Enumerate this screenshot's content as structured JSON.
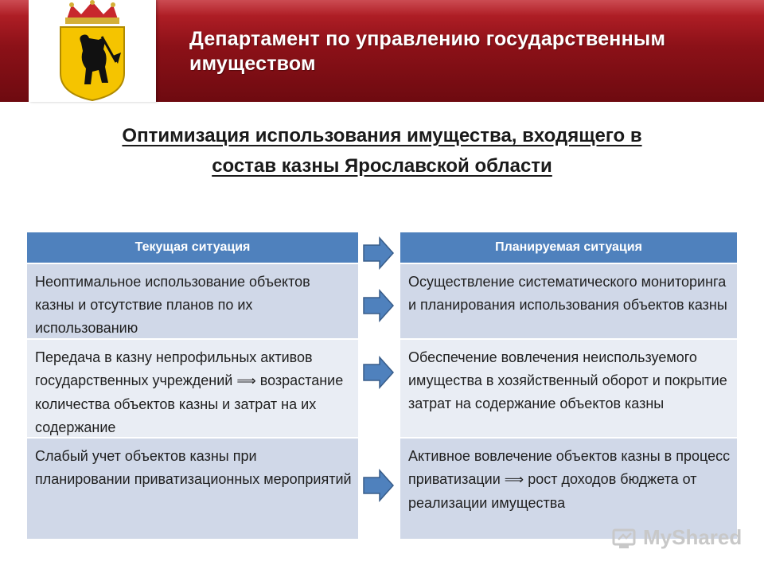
{
  "header": {
    "title_line1": "Департамент по управлению государственным",
    "title_line2": "имуществом"
  },
  "slide": {
    "title_line1": "Оптимизация использования имущества, входящего в",
    "title_line2": "состав казны Ярославской области"
  },
  "table": {
    "left_header": "Текущая ситуация",
    "right_header": "Планируемая ситуация",
    "left_rows": [
      "Неоптимальное использование объектов казны и отсутствие планов по их использованию",
      "Передача в казну непрофильных активов государственных учреждений",
      "Слабый учет объектов казны при планировании приватизационных мероприятий"
    ],
    "left_row2_after_arrow": "возрастание количества объектов казны и затрат на их содержание",
    "right_rows": [
      "Осуществление систематического мониторинга и планирования использования объектов казны",
      "Обеспечение вовлечения неиспользуемого имущества в хозяйственный оборот и покрытие затрат на содержание объектов казны",
      "Активное вовлечение объектов казны в процесс приватизации"
    ],
    "right_row3_after_arrow": "рост доходов бюджета от реализации имущества",
    "implies_symbol": "⟹"
  },
  "watermark": {
    "text": "MyShared"
  },
  "icons": [
    "coat-of-arms-icon",
    "arrow-right-icon",
    "watermark-logo-icon"
  ],
  "colors": {
    "header_red": "#8c1118",
    "column_header_blue": "#4f81bd",
    "cell_dark": "#d0d8e8",
    "cell_light": "#e9edf4",
    "arrow_fill": "#4f81bd"
  }
}
